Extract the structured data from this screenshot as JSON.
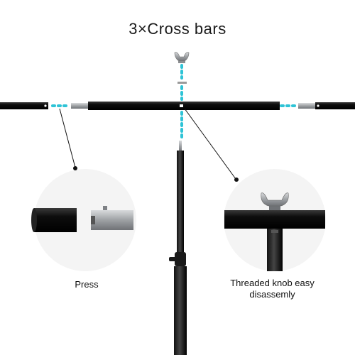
{
  "title": "3×Cross bars",
  "captions": {
    "press": "Press",
    "knob_line1": "Threaded knob easy",
    "knob_line2": "disassemly"
  },
  "colors": {
    "guide": "#2ec3d6",
    "bar": "#111111",
    "metal": "#a8abad",
    "circle": "#f4f4f4"
  }
}
